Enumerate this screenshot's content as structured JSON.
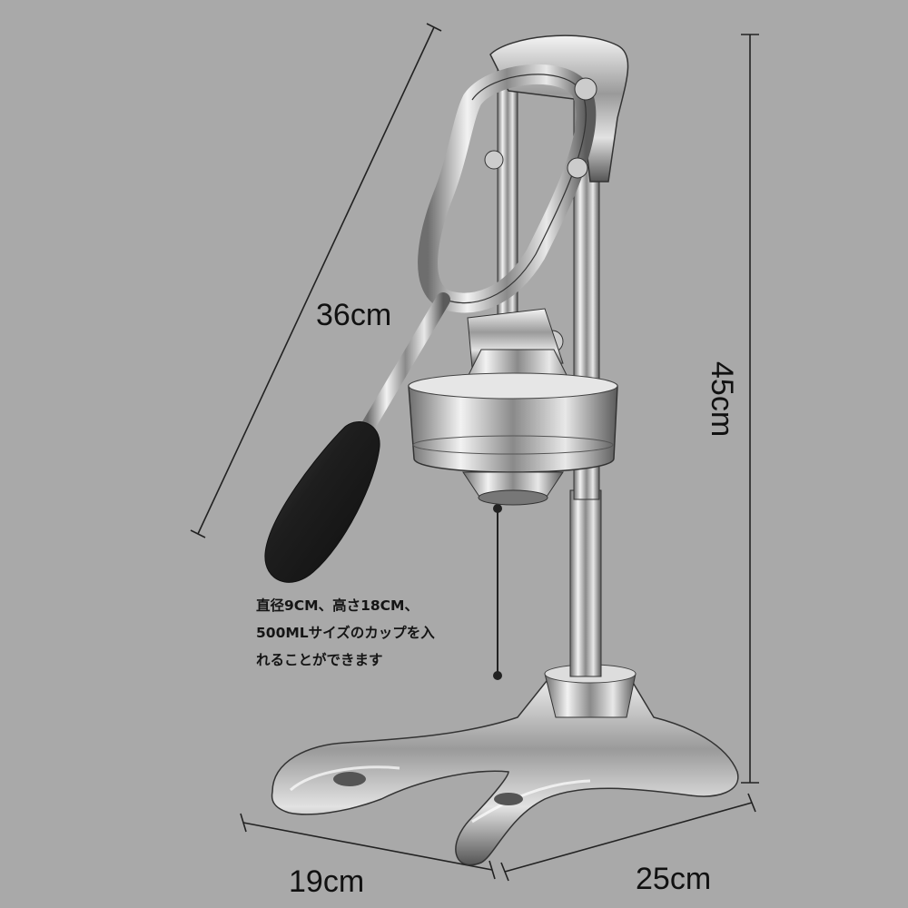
{
  "dimensions": {
    "handle_length": "36cm",
    "height": "45cm",
    "base_depth": "19cm",
    "base_width": "25cm"
  },
  "cup_note": {
    "line1": "直径9CM、高さ18CM、",
    "line2": "500MLサイズのカップを入",
    "line3": "れることができます"
  },
  "colors": {
    "background": "#a9a9a9",
    "guide_line": "#222222",
    "handle_grip": "#2a2a2a"
  }
}
